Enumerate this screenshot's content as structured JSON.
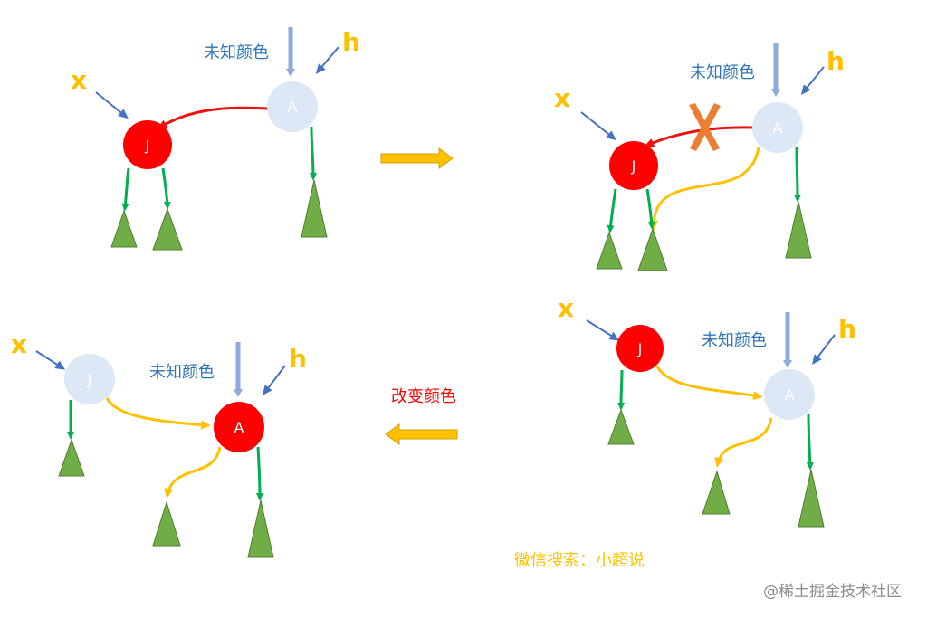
{
  "colors": {
    "red_node": "#ff0000",
    "light_node": "#dce8f5",
    "light_node_text": "#ffffff",
    "red_node_text": "#ffffff",
    "green_edge": "#00b050",
    "tree": "#70ad47",
    "tree_stroke": "#507e32",
    "red_edge": "#ee1111",
    "yellow_edge": "#ffc000",
    "pointer_thin": "#4472c4",
    "pointer_thick": "#8faadc",
    "label_blue": "#2e75b6",
    "label_yellow": "#ffc000",
    "label_red": "#ff0000",
    "block_arrow": "#ffc000",
    "block_arrow_stroke": "#d6a000",
    "cross": "#ed7d31",
    "watermark": "#8c8c8c"
  },
  "labels": {
    "unknown_color": "未知颜色",
    "x": "x",
    "h": "h",
    "change_color": "改变颜色",
    "wechat": "微信搜索：小超说",
    "watermark": "@稀土掘金技术社区"
  },
  "nodes": {
    "J": "J",
    "A": "A"
  },
  "icons": {
    "cross": "cross-mark-icon",
    "right_arrow": "right-block-arrow-icon",
    "left_arrow": "left-block-arrow-icon"
  }
}
